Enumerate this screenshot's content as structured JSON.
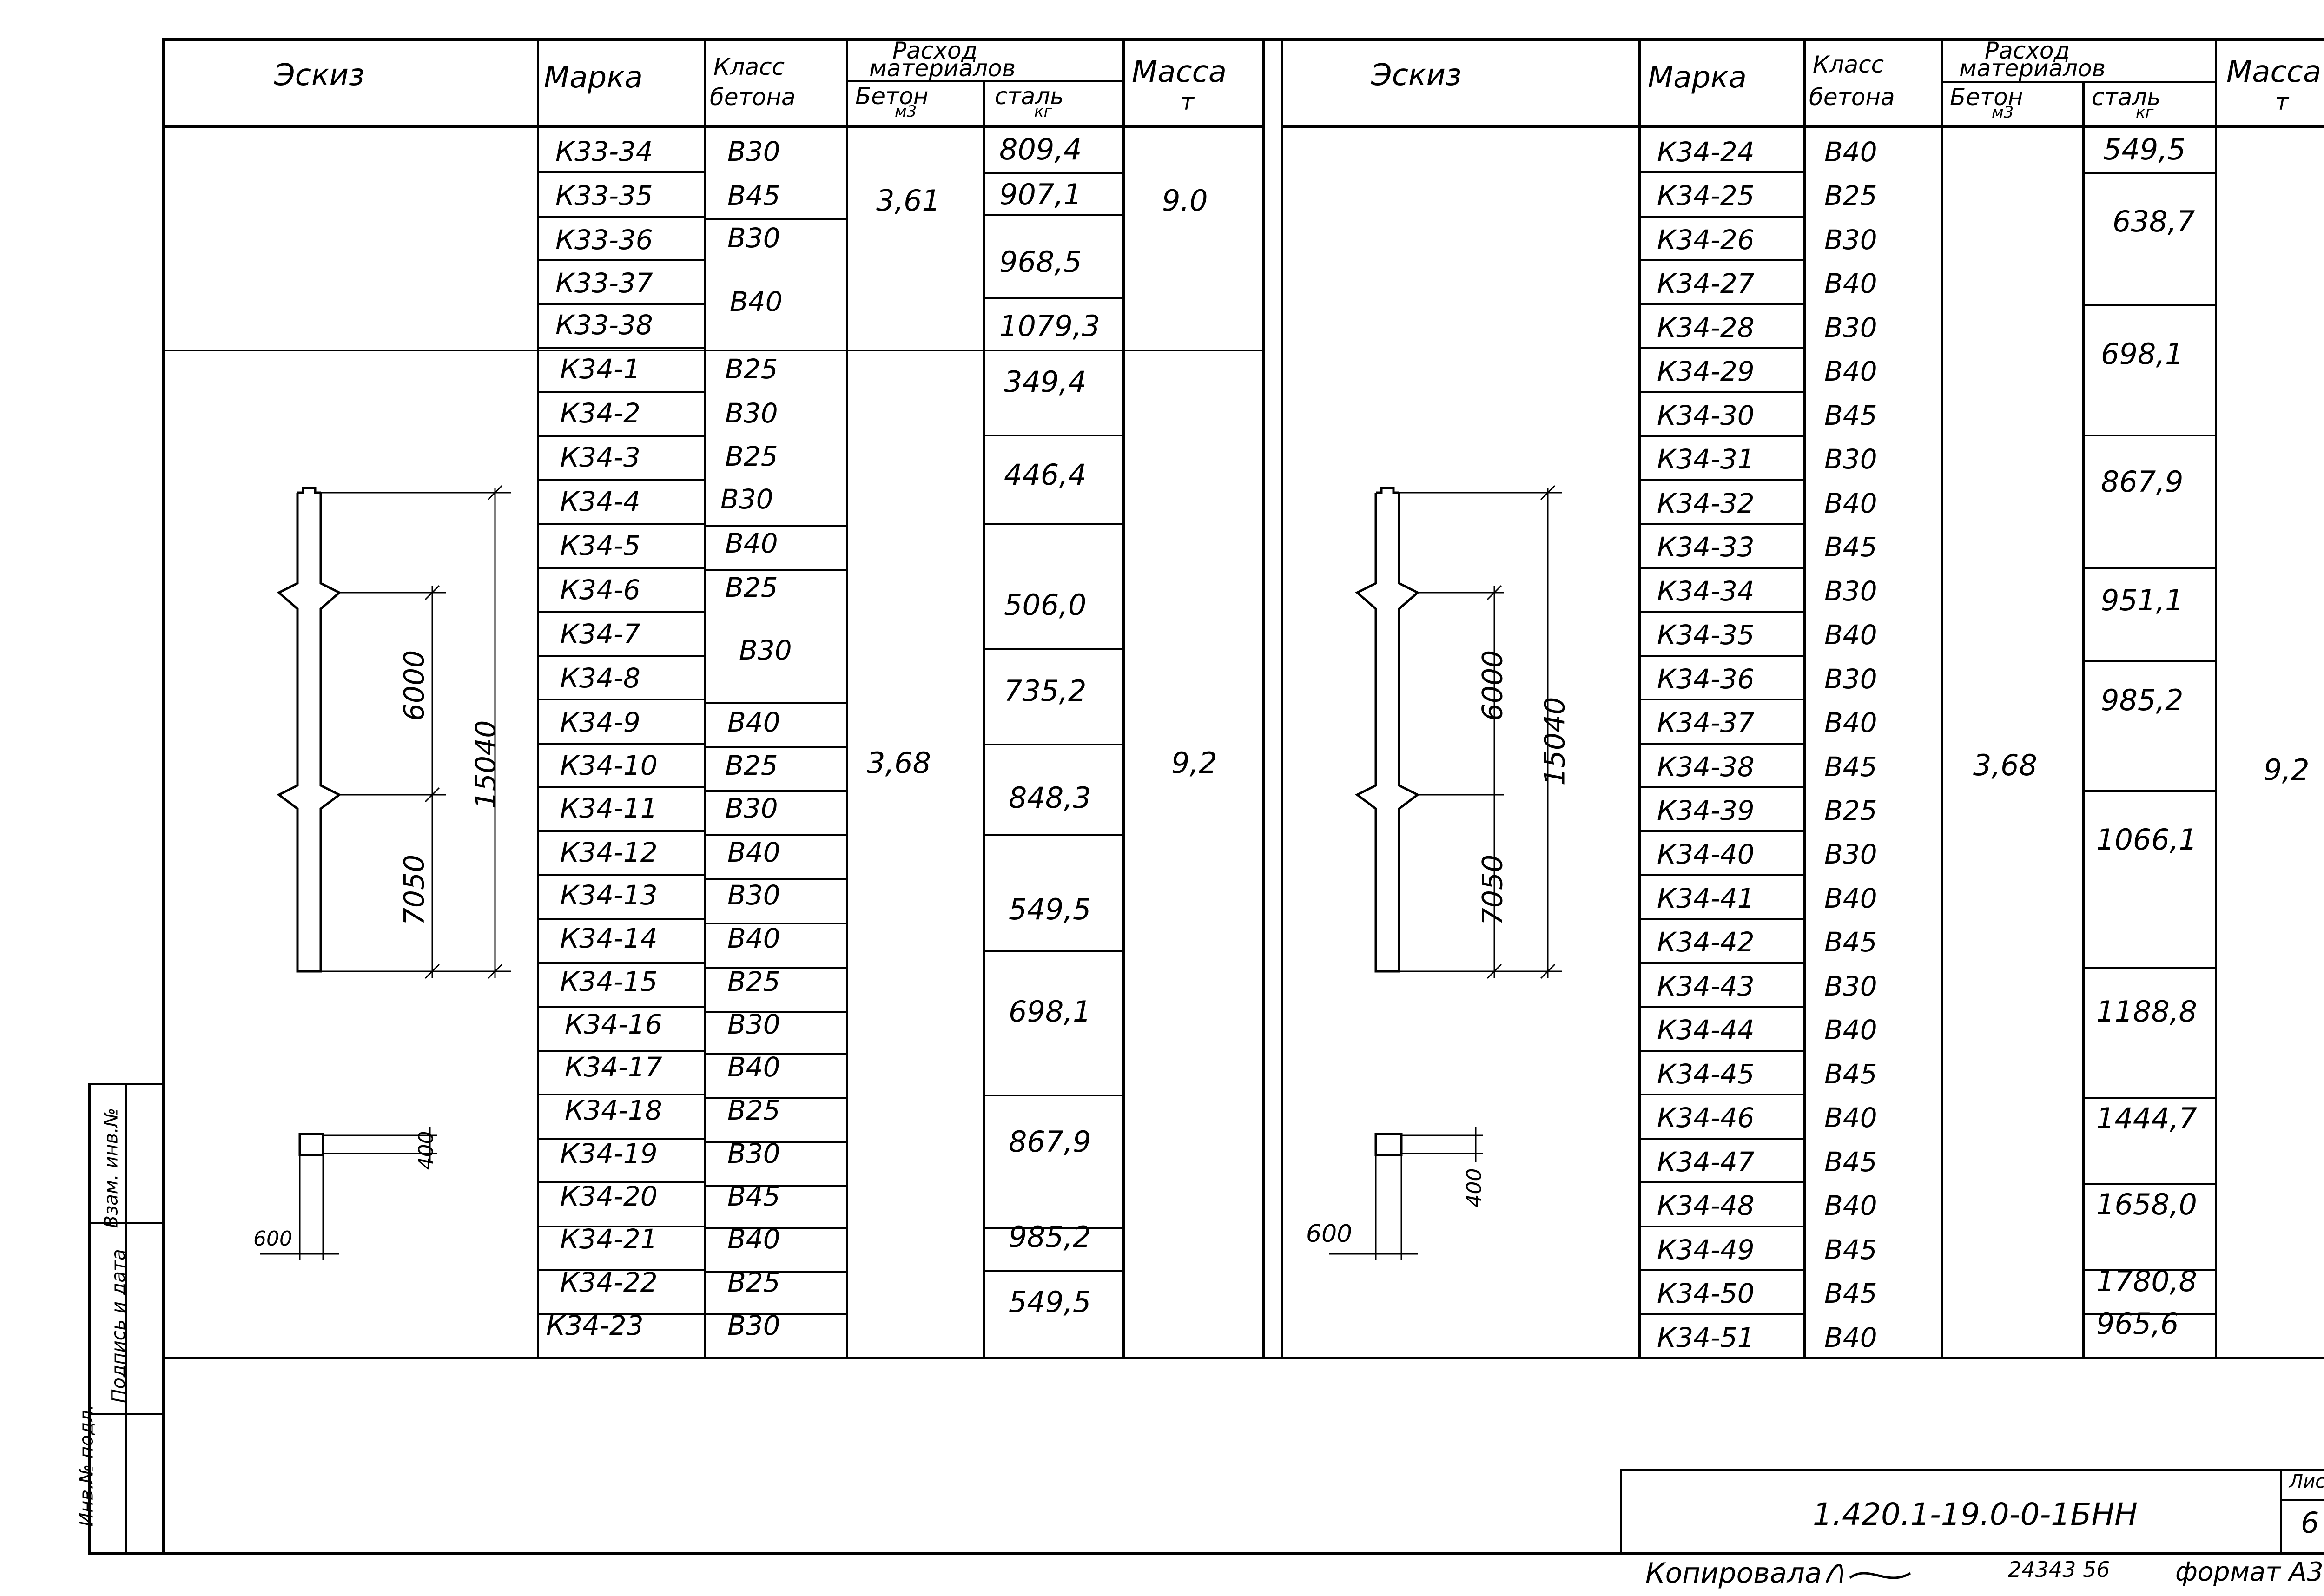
{
  "header": {
    "sketch": "Эскиз",
    "mark": "Марка",
    "class_line1": "Класс",
    "class_line2": "бетона",
    "consumption_line1": "Расход",
    "consumption_line2": "материалов",
    "concrete": "Бетон",
    "concrete_unit": "м3",
    "steel": "сталь",
    "steel_unit": "кг",
    "mass": "Масса",
    "mass_unit": "т"
  },
  "left_table": {
    "marks": [
      "К33-34",
      "К33-35",
      "К33-36",
      "К33-37",
      "К33-38",
      "К34-1",
      "К34-2",
      "К34-3",
      "К34-4",
      "К34-5",
      "К34-6",
      "К34-7",
      "К34-8",
      "К34-9",
      "К34-10",
      "К34-11",
      "К34-12",
      "К34-13",
      "К34-14",
      "К34-15",
      "К34-16",
      "К34-17",
      "К34-18",
      "К34-19",
      "К34-20",
      "К34-21",
      "К34-22",
      "К34-23"
    ],
    "classes": [
      "В30",
      "В45",
      "В30",
      "В40",
      "В25",
      "В30",
      "В25",
      "В30",
      "В40",
      "В25",
      "В30",
      "В40",
      "В25",
      "В30",
      "В40",
      "В30",
      "В40",
      "В25",
      "В30",
      "В40",
      "В25",
      "В30",
      "В45",
      "В40",
      "В25",
      "В30"
    ],
    "steel": [
      "809,4",
      "907,1",
      "968,5",
      "1079,3",
      "349,4",
      "446,4",
      "506,0",
      "735,2",
      "848,3",
      "549,5",
      "698,1",
      "867,9",
      "985,2",
      "549,5"
    ],
    "concrete_group1": "3,61",
    "mass_group1": "9.0",
    "concrete_group2": "3,68",
    "mass_group2": "9,2"
  },
  "right_table": {
    "marks": [
      "К34-24",
      "К34-25",
      "К34-26",
      "К34-27",
      "К34-28",
      "К34-29",
      "К34-30",
      "К34-31",
      "К34-32",
      "К34-33",
      "К34-34",
      "К34-35",
      "К34-36",
      "К34-37",
      "К34-38",
      "К34-39",
      "К34-40",
      "К34-41",
      "К34-42",
      "К34-43",
      "К34-44",
      "К34-45",
      "К34-46",
      "К34-47",
      "К34-48",
      "К34-49",
      "К34-50",
      "К34-51"
    ],
    "classes": [
      "В40",
      "В25",
      "В30",
      "В40",
      "В30",
      "В40",
      "В45",
      "В30",
      "В40",
      "В45",
      "В30",
      "В40",
      "В30",
      "В40",
      "В45",
      "В25",
      "В30",
      "В40",
      "В45",
      "В30",
      "В40",
      "В45",
      "В40",
      "В45",
      "В40",
      "В45",
      "В45",
      "В40"
    ],
    "steel": [
      "549,5",
      "638,7",
      "698,1",
      "867,9",
      "951,1",
      "985,2",
      "1066,1",
      "1188,8",
      "1444,7",
      "1658,0",
      "1780,8",
      "965,6"
    ],
    "concrete": "3,68",
    "mass": "9,2"
  },
  "sketch_dims": {
    "upper": "6000",
    "lower": "7050",
    "total": "15040",
    "section_h": "400",
    "section_w": "600"
  },
  "side_stamp": [
    "Инв.№ подл.",
    "Подпись и дата",
    "Взам. инв.№"
  ],
  "stamp": {
    "code": "1.420.1-19.0-0-1БНН",
    "sheet_label": "Лист",
    "sheet_no": "6"
  },
  "footer": {
    "copied": "Копировала",
    "number": "24343  56",
    "format": "формат А3"
  }
}
